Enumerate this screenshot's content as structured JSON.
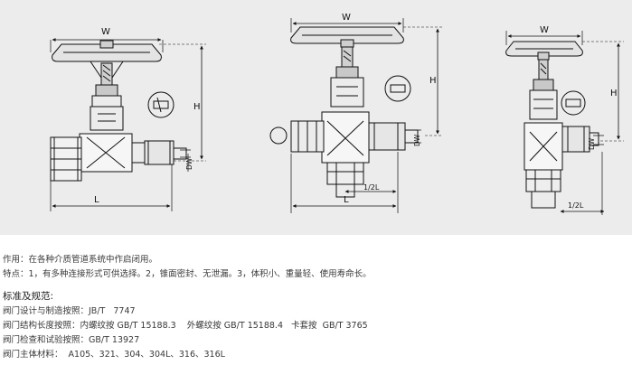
{
  "drawing": {
    "labels": {
      "w": "W",
      "h": "H",
      "l": "L",
      "dw": "DW",
      "half_l": "1/2L"
    }
  },
  "description": {
    "purpose": "作用：在各种介质管道系统中作启闭用。",
    "features": "特点：1，有多种连接形式可供选择。2，锥面密封、无泄漏。3，体积小、重量轻、使用寿命长。"
  },
  "standards": {
    "heading": "标准及规范:",
    "design": "阀门设计与制造按照：JB/T   7747",
    "length": "阀门结构长度按照：内螺纹按 GB/T 15188.3    外螺纹按 GB/T 15188.4   卡套按  GB/T 3765",
    "test": "阀门检查和试验按照：GB/T 13927",
    "material": "阀门主体材料：  A105、321、304、304L、316、316L"
  }
}
